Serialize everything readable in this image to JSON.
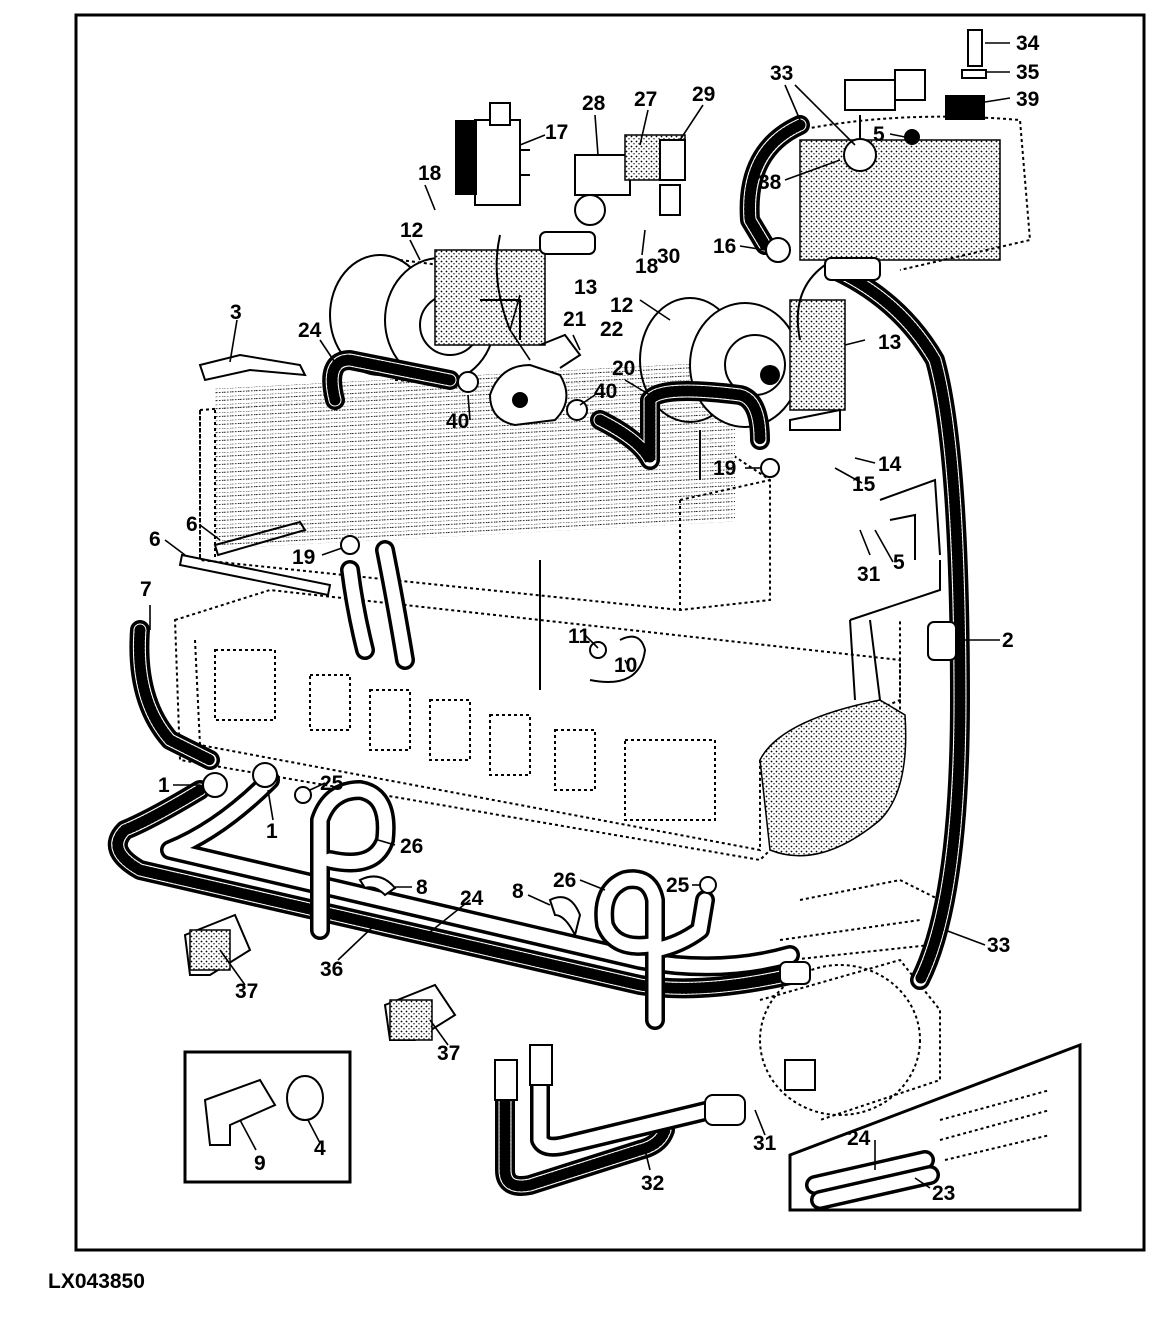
{
  "figure": {
    "reference_code": "LX043850",
    "callouts": {
      "c1": "1",
      "c2": "2",
      "c3": "3",
      "c4": "4",
      "c5": "5",
      "c6": "6",
      "c7": "7",
      "c8": "8",
      "c9": "9",
      "c10": "10",
      "c11": "11",
      "c12": "12",
      "c13": "13",
      "c14": "14",
      "c15": "15",
      "c16": "16",
      "c17": "17",
      "c18": "18",
      "c19": "19",
      "c20": "20",
      "c21": "21",
      "c22": "22",
      "c23": "23",
      "c24": "24",
      "c25": "25",
      "c26": "26",
      "c27": "27",
      "c28": "28",
      "c29": "29",
      "c30": "30",
      "c31": "31",
      "c32": "32",
      "c33": "33",
      "c34": "34",
      "c35": "35",
      "c36": "36",
      "c37": "37",
      "c38": "38",
      "c39": "39",
      "c40": "40"
    }
  }
}
